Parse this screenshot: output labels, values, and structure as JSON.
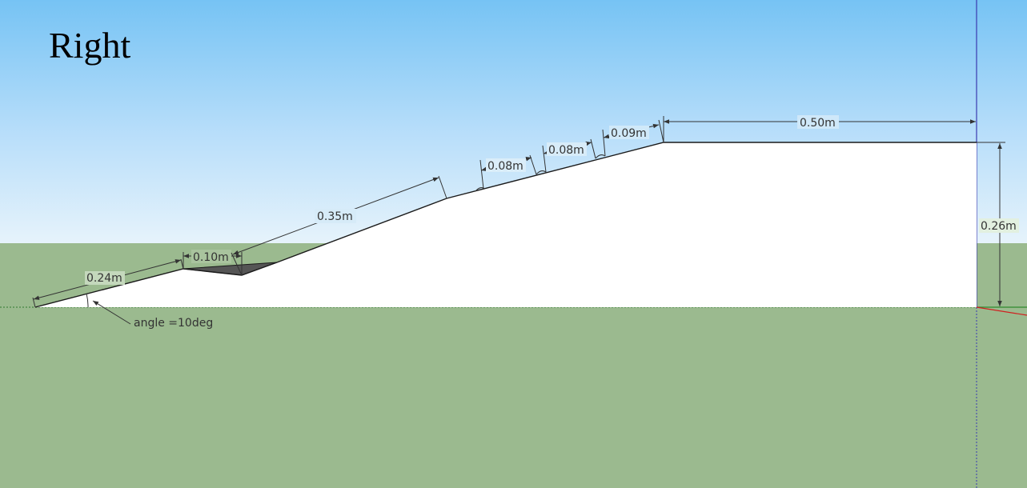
{
  "view": {
    "label": "Right"
  },
  "dimensions": {
    "slope1": "0.24m",
    "step_gap": "0.10m",
    "slope2": "0.35m",
    "bump1": "0.08m",
    "bump2": "0.08m",
    "bump3": "0.09m",
    "top_length": "0.50m",
    "height": "0.26m",
    "angle": "angle =10deg"
  },
  "colors": {
    "sky_top": "#76c3f4",
    "sky_bottom": "#e3f2fb",
    "ground": "#9bba8f",
    "model_face": "#ffffff",
    "model_edge": "#1a1a1a",
    "gap_shadow": "#555555",
    "axis_blue": "#3a3ab0",
    "axis_red": "#d02020",
    "axis_green": "#2f8a2f"
  }
}
